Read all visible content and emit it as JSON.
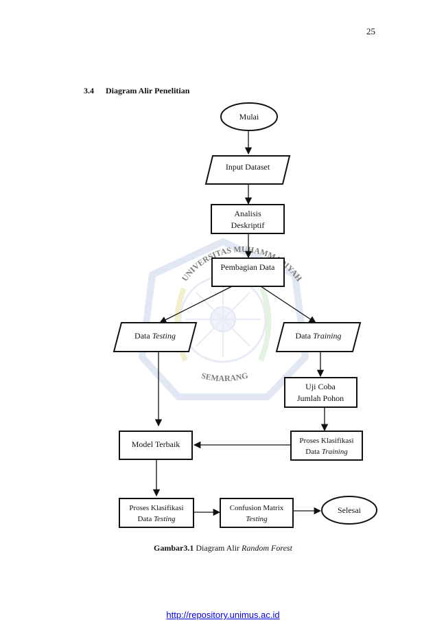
{
  "page_number": "25",
  "section": {
    "number": "3.4",
    "title": "Diagram Alir Penelitian"
  },
  "watermark": {
    "top_text": "UNIVERSITAS MUHAMMADIYAH",
    "bottom_text": "SEMARANG",
    "color": "#c9d4ea"
  },
  "flowchart": {
    "start": "Mulai",
    "input": "Input Dataset",
    "analysis": [
      "Analisis",
      "Deskriptif"
    ],
    "split": "Pembagian Data",
    "data_testing": {
      "prefix": "Data ",
      "italic": "Testing"
    },
    "data_training": {
      "prefix": "Data ",
      "italic": "Training"
    },
    "trial": [
      "Uji Coba",
      "Jumlah Pohon"
    ],
    "classify_training": {
      "line1": "Proses Klasifikasi",
      "prefix": "Data ",
      "italic": "Training"
    },
    "best_model": "Model Terbaik",
    "classify_testing": {
      "line1": "Proses Klasifikasi",
      "prefix": "Data ",
      "italic": "Testing"
    },
    "confusion": {
      "line1": "Confusion Matrix",
      "italic": "Testing"
    },
    "end": "Selesai"
  },
  "caption": {
    "label": "Gambar3.1",
    "text": " Diagram Alir ",
    "italic": "Random Forest"
  },
  "footer": {
    "link": "http://repository.unimus.ac.id",
    "color": "#0000ee"
  }
}
